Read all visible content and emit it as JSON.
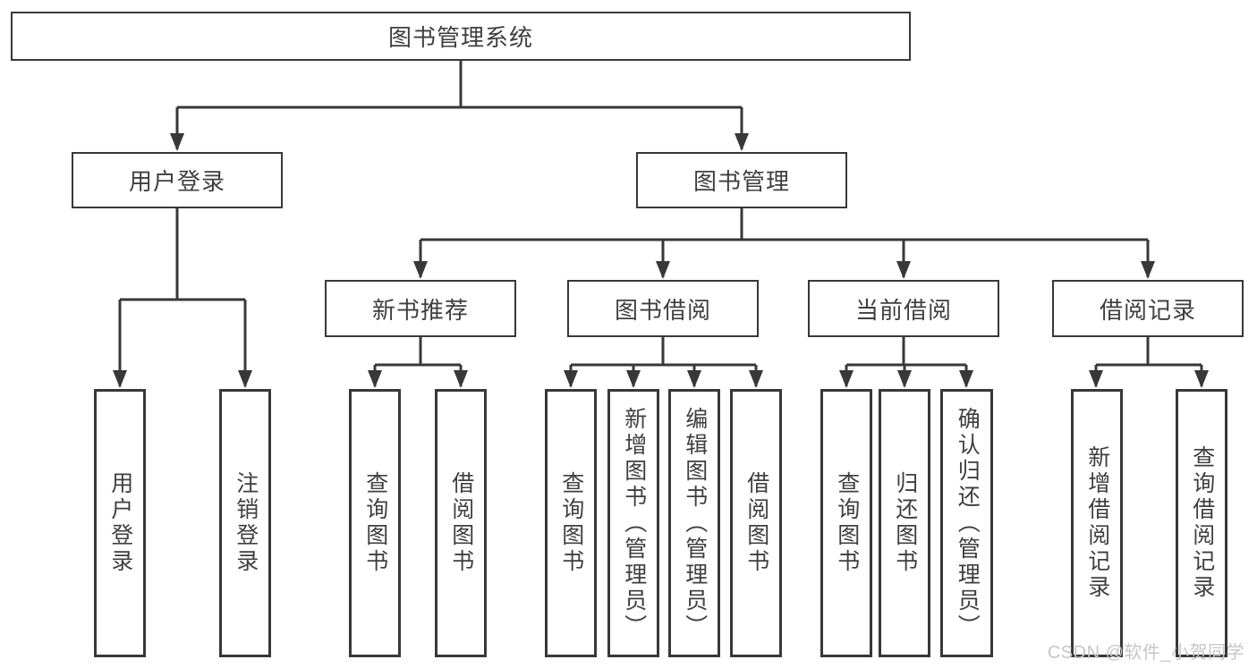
{
  "colors": {
    "background": "#ffffff",
    "line": "#383838",
    "text": "#3f3f3f",
    "watermark": "#c6c6c6"
  },
  "tree": {
    "label": "图书管理系统",
    "children": [
      {
        "label": "用户登录",
        "children": [
          {
            "label": "用户登录"
          },
          {
            "label": "注销登录"
          }
        ]
      },
      {
        "label": "图书管理",
        "children": [
          {
            "label": "新书推荐",
            "children": [
              {
                "label": "查询图书"
              },
              {
                "label": "借阅图书"
              }
            ]
          },
          {
            "label": "图书借阅",
            "children": [
              {
                "label": "查询图书"
              },
              {
                "label": "新增图书（管理员）"
              },
              {
                "label": "编辑图书（管理员）"
              },
              {
                "label": "借阅图书"
              }
            ]
          },
          {
            "label": "当前借阅",
            "children": [
              {
                "label": "查询图书"
              },
              {
                "label": "归还图书"
              },
              {
                "label": "确认归还（管理员）"
              }
            ]
          },
          {
            "label": "借阅记录",
            "children": [
              {
                "label": "新增借阅记录"
              },
              {
                "label": "查询借阅记录"
              }
            ]
          }
        ]
      }
    ]
  },
  "watermark": {
    "text": "CSDN @软件_小贺同学"
  }
}
